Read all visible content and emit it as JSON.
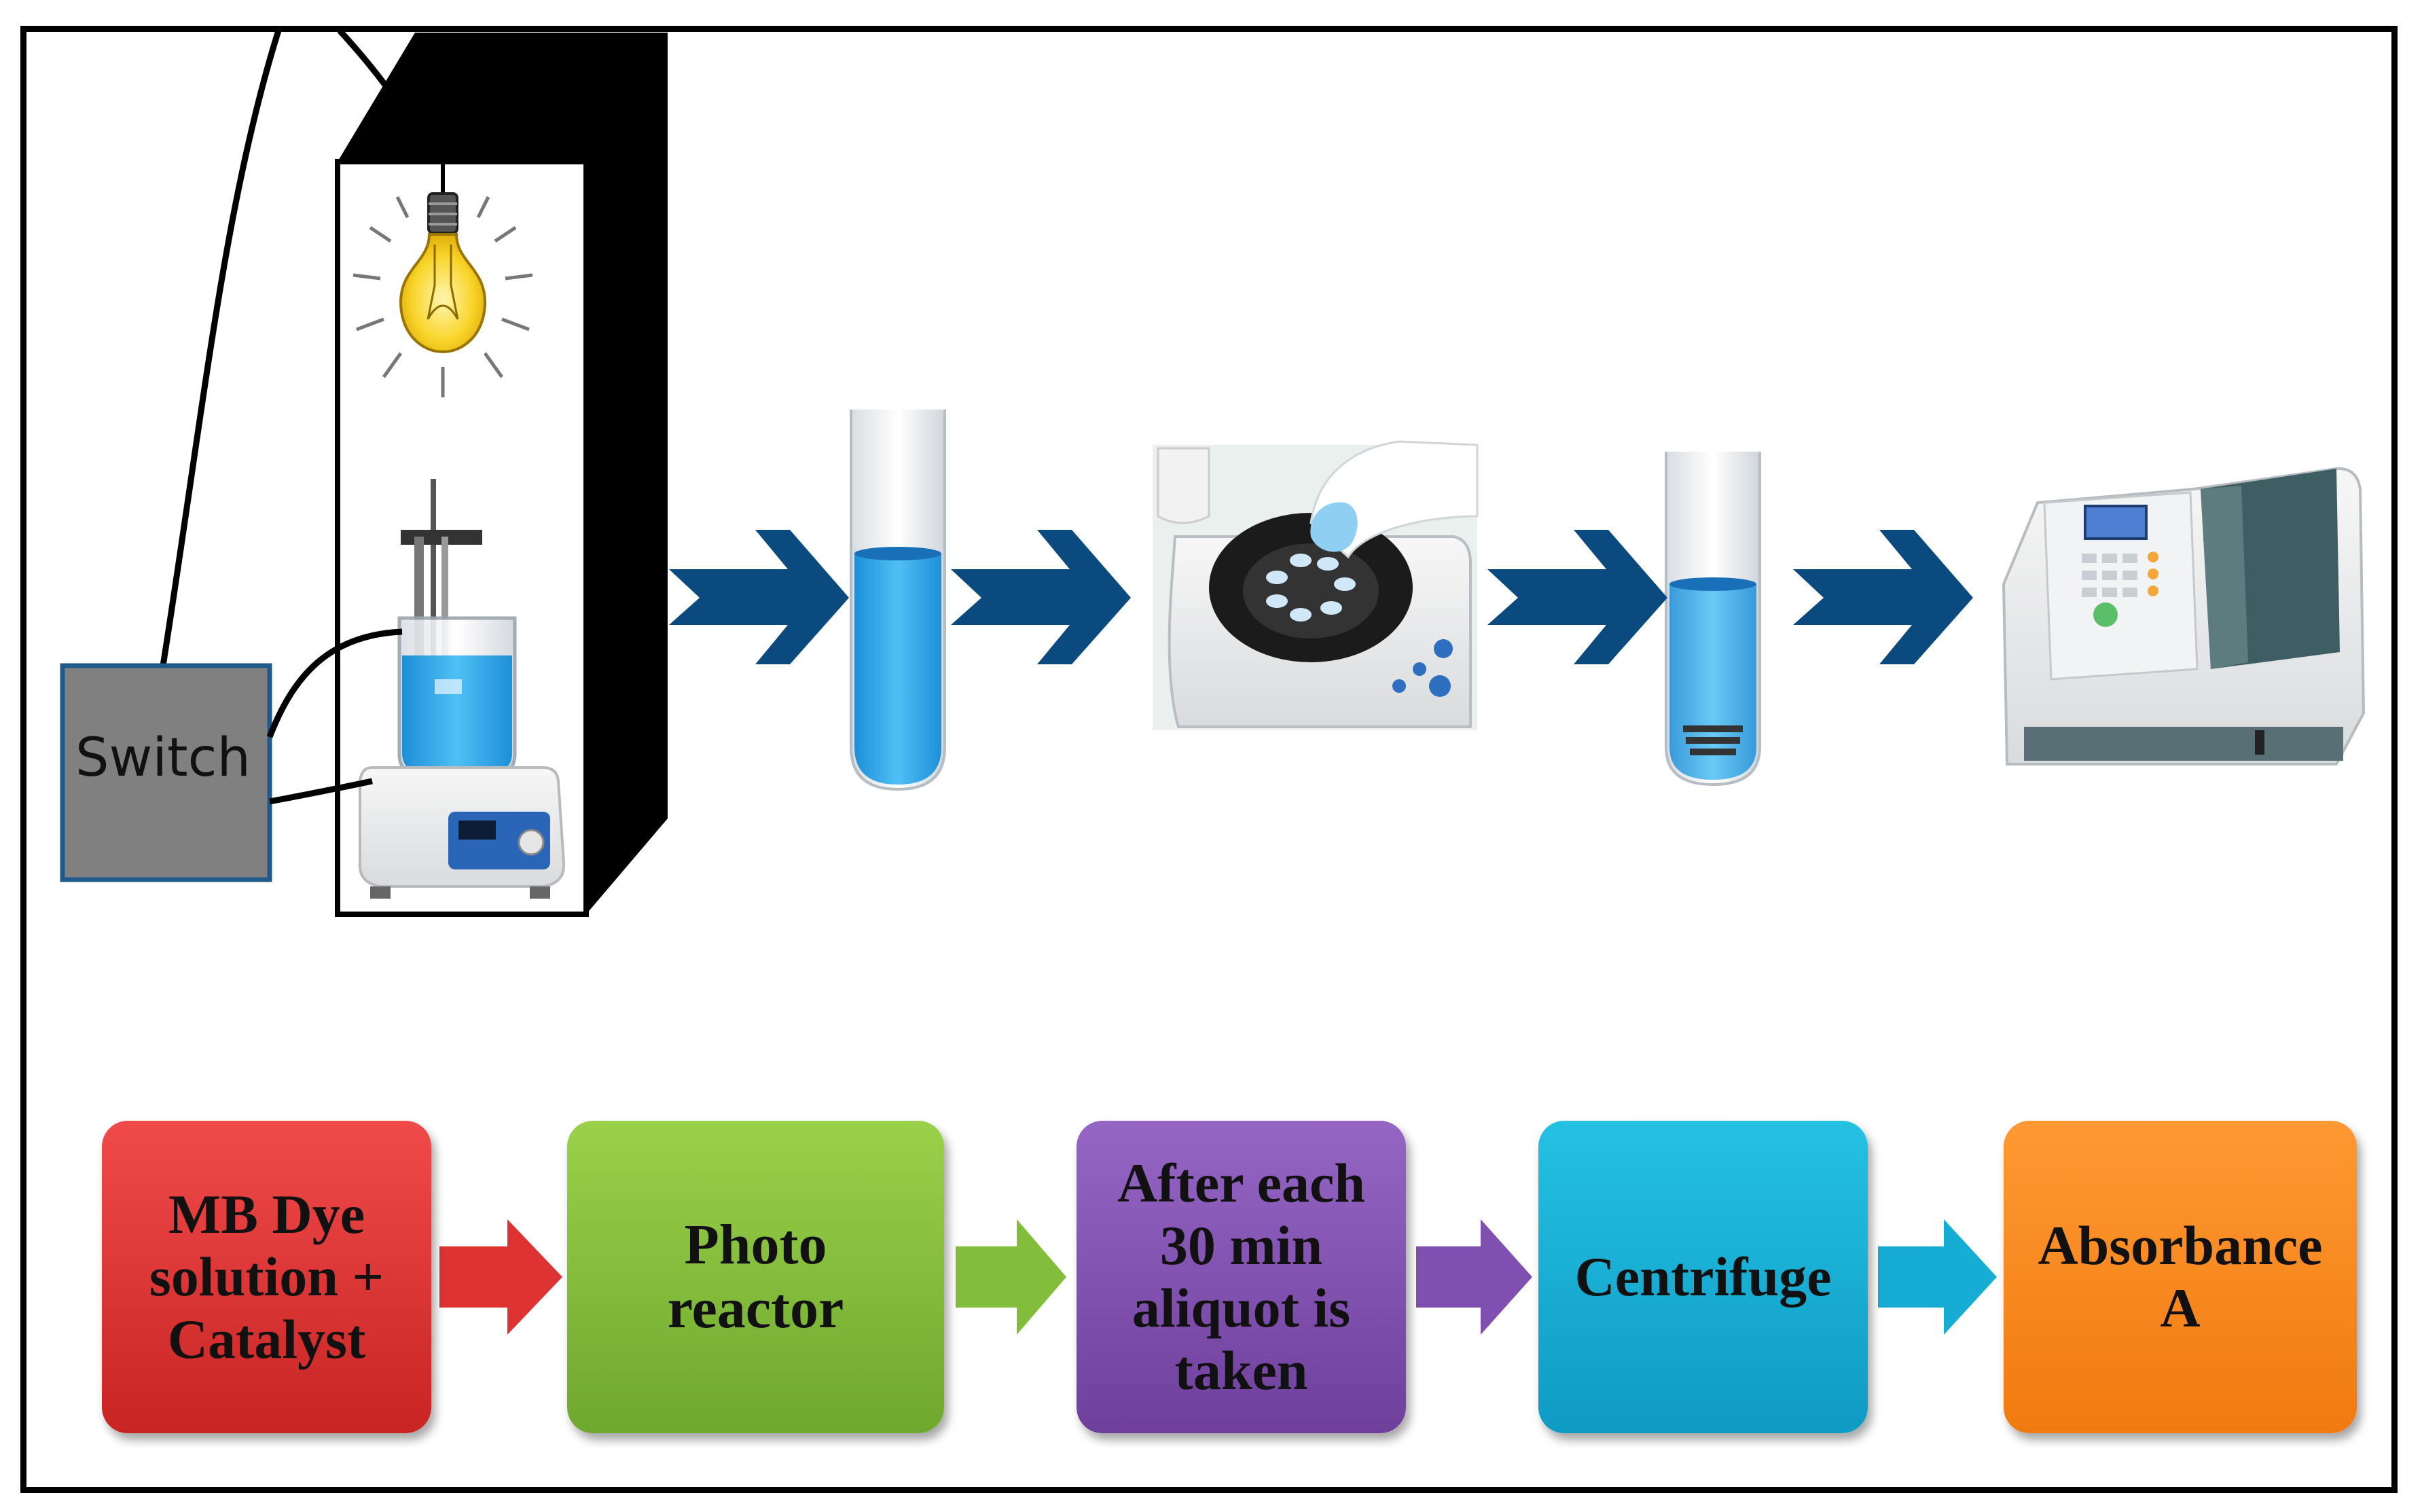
{
  "figure": {
    "switch_label": "Switch",
    "steps": [
      {
        "lines": [
          "MB Dye",
          "solution +",
          "Catalyst"
        ],
        "color": "#dd3333"
      },
      {
        "lines": [
          "Photo",
          "reactor"
        ],
        "color": "#82bd3b"
      },
      {
        "lines": [
          "After each",
          "30 min",
          "aliquot is",
          "taken"
        ],
        "color": "#8050b0"
      },
      {
        "lines": [
          "Centrifuge"
        ],
        "color": "#16acd4"
      },
      {
        "lines": [
          "Absorbance",
          "A"
        ],
        "color": "#f78a1e"
      }
    ],
    "pipeline_arrow_color": "#0b4a7e",
    "dye_color": "#2ea6e6"
  }
}
